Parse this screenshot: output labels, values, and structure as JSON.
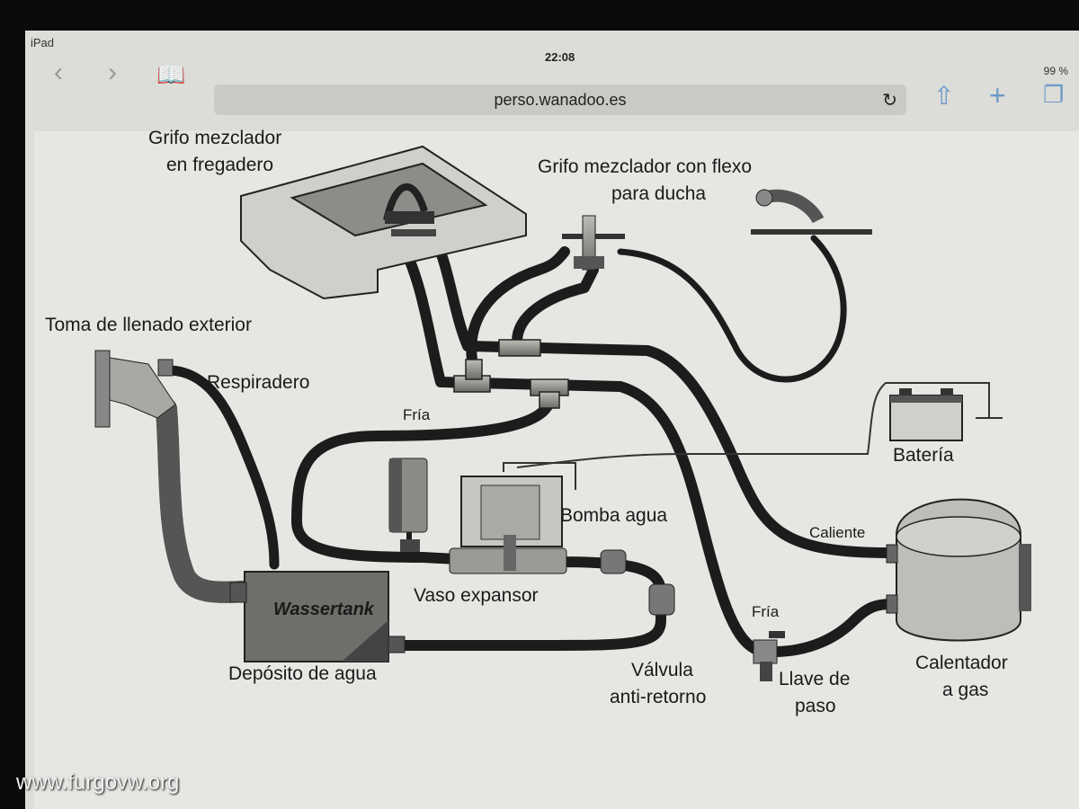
{
  "status": {
    "device": "iPad",
    "time": "22:08",
    "battery": "99 %"
  },
  "browser": {
    "url": "perso.wanadoo.es"
  },
  "labels": {
    "sink": [
      "Grifo mezclador",
      "en fregadero"
    ],
    "shower": [
      "Grifo mezclador con flexo",
      "para ducha"
    ],
    "fill": "Toma de llenado exterior",
    "vent": "Respiradero",
    "cold_top": "Fría",
    "battery": "Batería",
    "pump": "Bomba agua",
    "hot": "Caliente",
    "expansion": "Vaso expansor",
    "tank_brand": "Wassertank",
    "tank": "Depósito de agua",
    "cold_bottom": "Fría",
    "valve": [
      "Válvula",
      "anti-retorno"
    ],
    "stopcock": [
      "Llave de",
      "paso"
    ],
    "heater": [
      "Calentador",
      "a gas"
    ]
  },
  "watermark": "www.furgovw.org"
}
